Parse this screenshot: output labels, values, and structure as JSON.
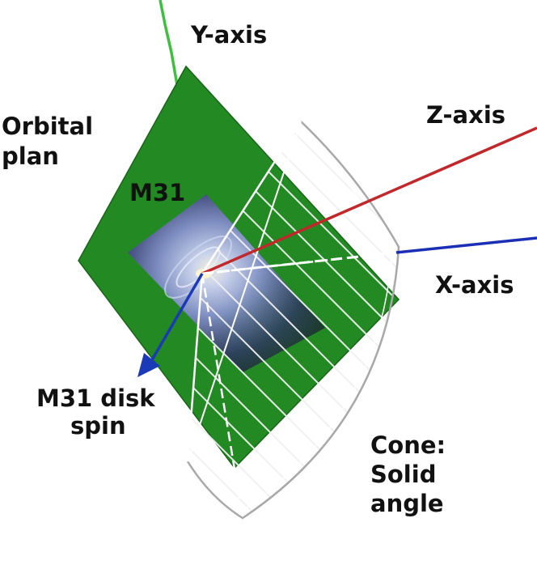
{
  "labels": {
    "y_axis": "Y-axis",
    "z_axis": "Z-axis",
    "x_axis": "X-axis",
    "orbital_plan_line1": "Orbital",
    "orbital_plan_line2": "plan",
    "m31": "M31",
    "disk_spin_line1": "M31 disk",
    "disk_spin_line2": "spin",
    "cone_line1": "Cone:",
    "cone_line2": "Solid",
    "cone_line3": "angle"
  },
  "colors": {
    "y_axis": "#3fbf3f",
    "z_axis": "#c0282b",
    "x_axis": "#1b2fb5",
    "disk_spin_vector": "#1a3ab8",
    "orbital_plane": "#238a23",
    "cone_outline": "#9a9a9a"
  }
}
